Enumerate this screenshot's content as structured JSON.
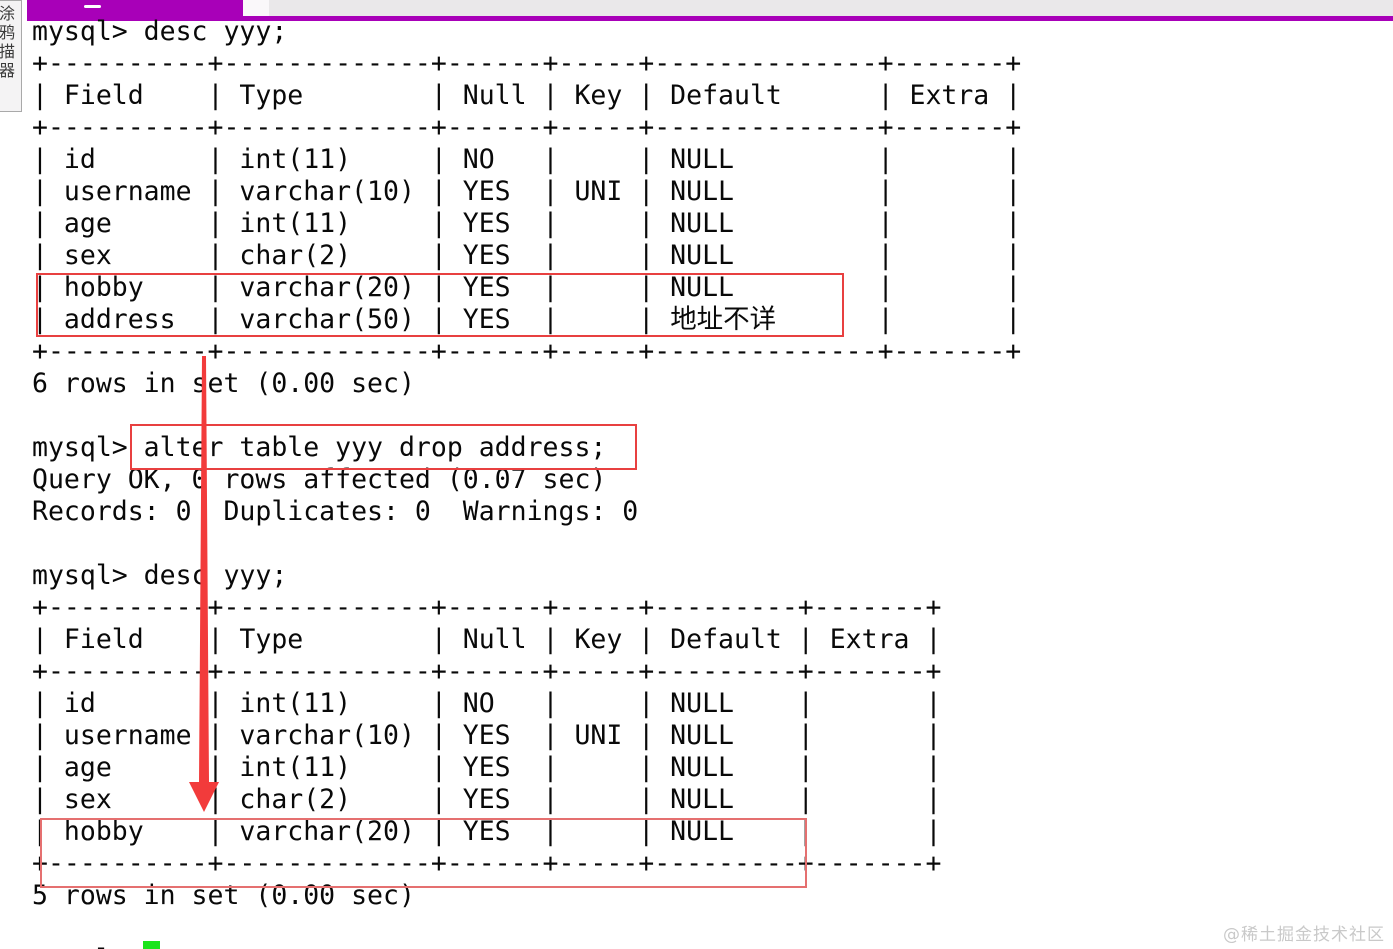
{
  "colors": {
    "accent": "#a800b8",
    "annotation-red": "#e84040",
    "annotation-red-light": "#e57070",
    "arrow-red": "#f23b3b",
    "cursor-green": "#1be41b",
    "watermark-gray": "#c9c9c9"
  },
  "window": {
    "sidebar_tool_label": "涂鸦描器",
    "icons": {
      "minimize-icon": "white horizontal bar on magenta tab"
    }
  },
  "terminal": {
    "prompt": "mysql>",
    "lines": [
      "mysql> desc yyy;",
      "+----------+-------------+------+-----+--------------+-------+",
      "| Field    | Type        | Null | Key | Default      | Extra |",
      "+----------+-------------+------+-----+--------------+-------+",
      "| id       | int(11)     | NO   |     | NULL         |       |",
      "| username | varchar(10) | YES  | UNI | NULL         |       |",
      "| age      | int(11)     | YES  |     | NULL         |       |",
      "| sex      | char(2)     | YES  |     | NULL         |       |",
      "| hobby    | varchar(20) | YES  |     | NULL         |       |",
      "| address  | varchar(50) | YES  |     | 地址不详     |       |",
      "+----------+-------------+------+-----+--------------+-------+",
      "6 rows in set (0.00 sec)",
      "",
      "mysql> alter table yyy drop address;",
      "Query OK, 0 rows affected (0.07 sec)",
      "Records: 0  Duplicates: 0  Warnings: 0",
      "",
      "mysql> desc yyy;",
      "+----------+-------------+------+-----+---------+-------+",
      "| Field    | Type        | Null | Key | Default | Extra |",
      "+----------+-------------+------+-----+---------+-------+",
      "| id       | int(11)     | NO   |     | NULL    |       |",
      "| username | varchar(10) | YES  | UNI | NULL    |       |",
      "| age      | int(11)     | YES  |     | NULL    |       |",
      "| sex      | char(2)     | YES  |     | NULL    |       |",
      "| hobby    | varchar(20) | YES  |     | NULL    |       |",
      "+----------+-------------+------+-----+---------+-------+",
      "5 rows in set (0.00 sec)",
      "",
      "mysql> "
    ],
    "commands": [
      "desc yyy;",
      "alter table yyy drop address;",
      "desc yyy;"
    ],
    "results": {
      "first_query_status": "6 rows in set (0.00 sec)",
      "alter_status": "Query OK, 0 rows affected (0.07 sec)",
      "alter_details": "Records: 0  Duplicates: 0  Warnings: 0",
      "second_query_status": "5 rows in set (0.00 sec)"
    },
    "tables": [
      {
        "headers": [
          "Field",
          "Type",
          "Null",
          "Key",
          "Default",
          "Extra"
        ],
        "rows": [
          [
            "id",
            "int(11)",
            "NO",
            "",
            "NULL",
            ""
          ],
          [
            "username",
            "varchar(10)",
            "YES",
            "UNI",
            "NULL",
            ""
          ],
          [
            "age",
            "int(11)",
            "YES",
            "",
            "NULL",
            ""
          ],
          [
            "sex",
            "char(2)",
            "YES",
            "",
            "NULL",
            ""
          ],
          [
            "hobby",
            "varchar(20)",
            "YES",
            "",
            "NULL",
            ""
          ],
          [
            "address",
            "varchar(50)",
            "YES",
            "",
            "地址不详",
            ""
          ]
        ]
      },
      {
        "headers": [
          "Field",
          "Type",
          "Null",
          "Key",
          "Default",
          "Extra"
        ],
        "rows": [
          [
            "id",
            "int(11)",
            "NO",
            "",
            "NULL",
            ""
          ],
          [
            "username",
            "varchar(10)",
            "YES",
            "UNI",
            "NULL",
            ""
          ],
          [
            "age",
            "int(11)",
            "YES",
            "",
            "NULL",
            ""
          ],
          [
            "sex",
            "char(2)",
            "YES",
            "",
            "NULL",
            ""
          ],
          [
            "hobby",
            "varchar(20)",
            "YES",
            "",
            "NULL",
            ""
          ]
        ]
      }
    ]
  },
  "watermark": "@稀土掘金技术社区"
}
